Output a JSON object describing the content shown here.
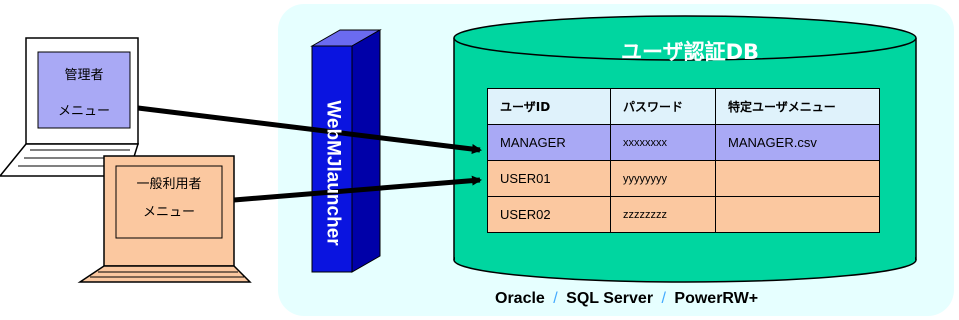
{
  "laptops": {
    "admin": {
      "line1": "管理者",
      "line2": "メニュー",
      "screen_color": "#a9a9f5"
    },
    "user": {
      "line1": "一般利用者",
      "line2": "メニュー",
      "screen_color": "#fbc8a0"
    }
  },
  "launcher": {
    "label": "WebMJlauncher",
    "color": "#0a14e0"
  },
  "database": {
    "title": "ユーザ認証DB",
    "color": "#00d6a0"
  },
  "table": {
    "headers": [
      "ユーザID",
      "パスワード",
      "特定ユーザメニュー"
    ],
    "rows": [
      [
        "MANAGER",
        "xxxxxxxx",
        "MANAGER.csv"
      ],
      [
        "USER01",
        "yyyyyyyy",
        ""
      ],
      [
        "USER02",
        "zzzzzzzz",
        ""
      ]
    ]
  },
  "footer": {
    "items": [
      "Oracle",
      "SQL Server",
      "PowerRW+"
    ],
    "separator": "/"
  },
  "colors": {
    "panel": "#e6ffff",
    "arrow": "#000000"
  }
}
